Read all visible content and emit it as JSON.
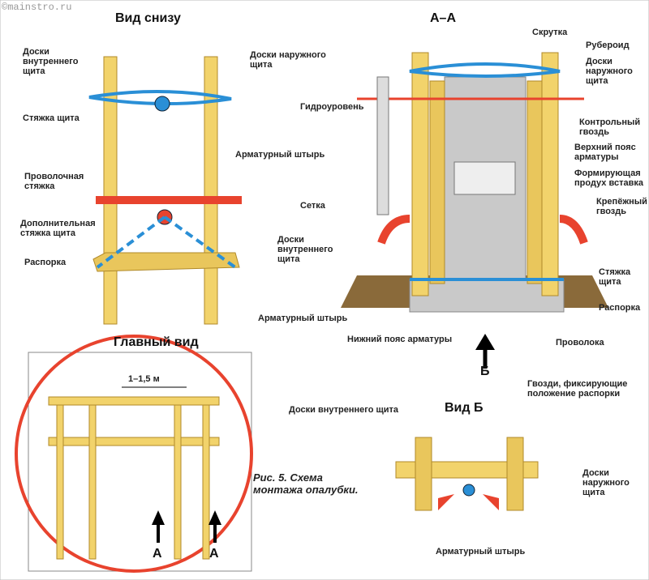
{
  "watermark": "©mainstro.ru",
  "bottom_view": {
    "title": "Вид снизу",
    "labels": {
      "inner_boards": "Доски внутреннего щита",
      "outer_boards": "Доски наружного щита",
      "tie": "Стяжка щита",
      "rebar_pin": "Арматурный штырь",
      "wire_tie": "Проволочная стяжка",
      "extra_tie": "Дополнительная стяжка щита",
      "strut": "Распорка",
      "rebar_pin2": "Арматурный штырь"
    }
  },
  "main_view": {
    "title": "Главный вид",
    "dimension": "1–1,5 м",
    "arrow_a1": "А",
    "arrow_a2": "А"
  },
  "caption": "Рис. 5. Схема монтажа опалубки.",
  "section_aa": {
    "title": "А–А",
    "labels": {
      "twist": "Скрутка",
      "roofing": "Рубероид",
      "outer_boards": "Доски наружного щита",
      "level": "Гидроуровень",
      "control_nail": "Контрольный гвоздь",
      "upper_rebar": "Верхний пояс арматуры",
      "vent_insert": "Формирующая продух вставка",
      "mesh": "Сетка",
      "fix_nail": "Крепёжный гвоздь",
      "inner_boards": "Доски внутреннего щита",
      "tie": "Стяжка щита",
      "strut": "Распорка",
      "lower_rebar": "Нижний пояс арматуры",
      "wire": "Проволока",
      "arrow_b": "Б"
    }
  },
  "view_b": {
    "title": "Вид Б",
    "labels": {
      "inner_boards": "Доски внутреннего щита",
      "nails": "Гвозди, фиксирующие положение распорки",
      "outer_boards": "Доски наружного щита",
      "rebar_pin": "Арматурный штырь"
    }
  },
  "colors": {
    "wood": "#f2d36b",
    "blue": "#2a8fd6",
    "red": "#e8432e",
    "concrete": "#c9c9c9"
  }
}
